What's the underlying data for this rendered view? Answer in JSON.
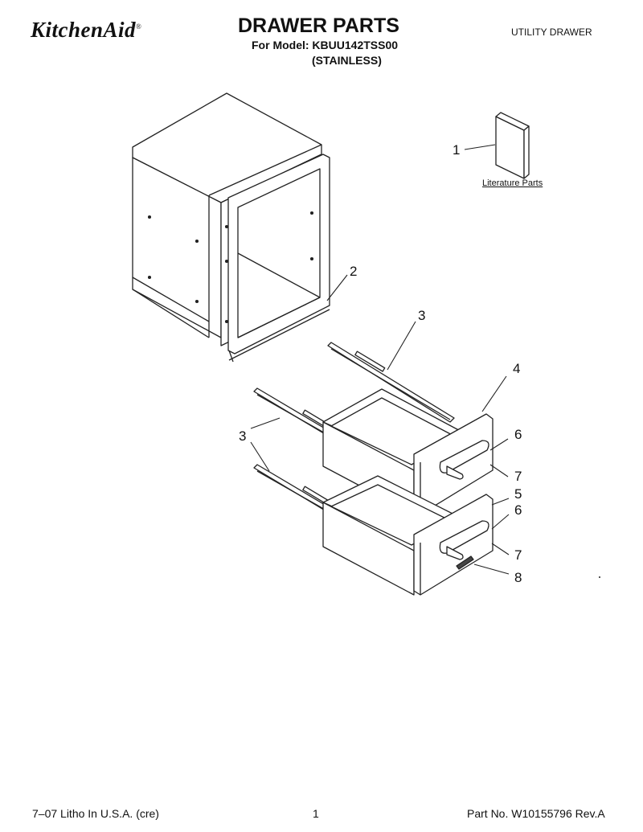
{
  "header": {
    "brand": "KitchenAid",
    "brand_mark": "®",
    "title": "DRAWER PARTS",
    "model_line": "For Model: KBUU142TSS00",
    "variant": "(STAINLESS)",
    "category": "UTILITY DRAWER"
  },
  "diagram": {
    "literature_label": "Literature Parts",
    "callouts": [
      "1",
      "2",
      "3",
      "3",
      "4",
      "5",
      "6",
      "6",
      "7",
      "7",
      "8"
    ]
  },
  "footer": {
    "left": "7–07 Litho In U.S.A. (cre)",
    "page": "1",
    "part_number": "Part No. W10155796 Rev.A"
  }
}
